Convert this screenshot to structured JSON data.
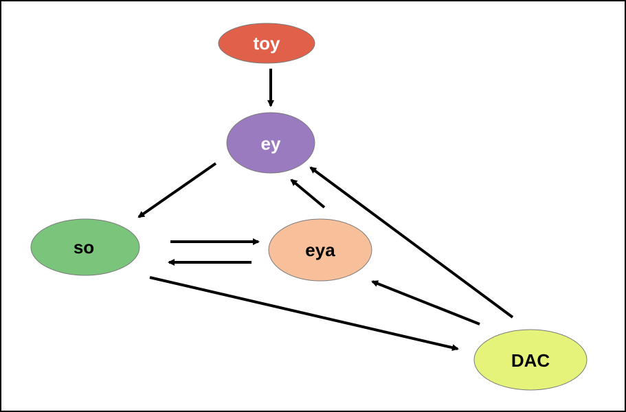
{
  "nodes": [
    {
      "id": "toy",
      "label": "toy",
      "fill": "#e0604a",
      "text_color": "#ffffff"
    },
    {
      "id": "ey",
      "label": "ey",
      "fill": "#9b7bbf",
      "text_color": "#ffffff"
    },
    {
      "id": "so",
      "label": "so",
      "fill": "#7bc47b",
      "text_color": "#000000"
    },
    {
      "id": "eya",
      "label": "eya",
      "fill": "#f8c09a",
      "text_color": "#000000"
    },
    {
      "id": "DAC",
      "label": "DAC",
      "fill": "#e6f37a",
      "text_color": "#000000"
    }
  ],
  "edges": [
    {
      "from": "toy",
      "to": "ey"
    },
    {
      "from": "ey",
      "to": "so"
    },
    {
      "from": "so",
      "to": "eya"
    },
    {
      "from": "eya",
      "to": "so"
    },
    {
      "from": "eya",
      "to": "ey"
    },
    {
      "from": "DAC",
      "to": "ey"
    },
    {
      "from": "DAC",
      "to": "eya"
    },
    {
      "from": "so",
      "to": "DAC"
    }
  ],
  "edge_color": "#000000",
  "node_stroke": "#7a7a7a"
}
